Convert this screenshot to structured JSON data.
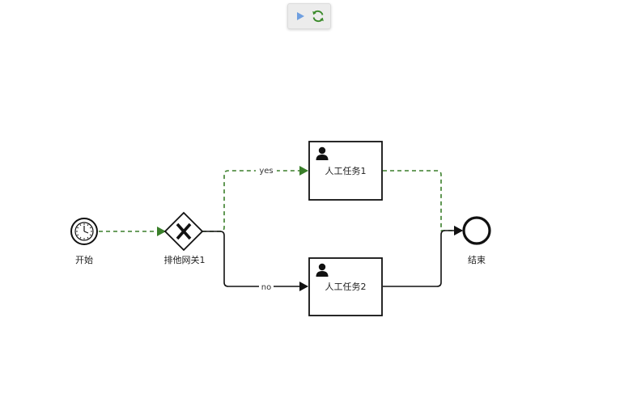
{
  "toolbar": {
    "play_icon": "play-icon",
    "refresh_icon": "refresh-icon"
  },
  "colors": {
    "active_flow": "#3a7f2a",
    "stroke": "#111111",
    "play": "#6f9fe0",
    "refresh": "#3a8a2a"
  },
  "nodes": {
    "start": {
      "label": "开始",
      "type": "timer-start-event"
    },
    "gateway": {
      "label": "排他网关1",
      "type": "exclusive-gateway"
    },
    "task1": {
      "label": "人工任务1",
      "type": "user-task"
    },
    "task2": {
      "label": "人工任务2",
      "type": "user-task"
    },
    "end": {
      "label": "结束",
      "type": "end-event"
    }
  },
  "edges": {
    "yes": {
      "label": "yes"
    },
    "no": {
      "label": "no"
    }
  }
}
